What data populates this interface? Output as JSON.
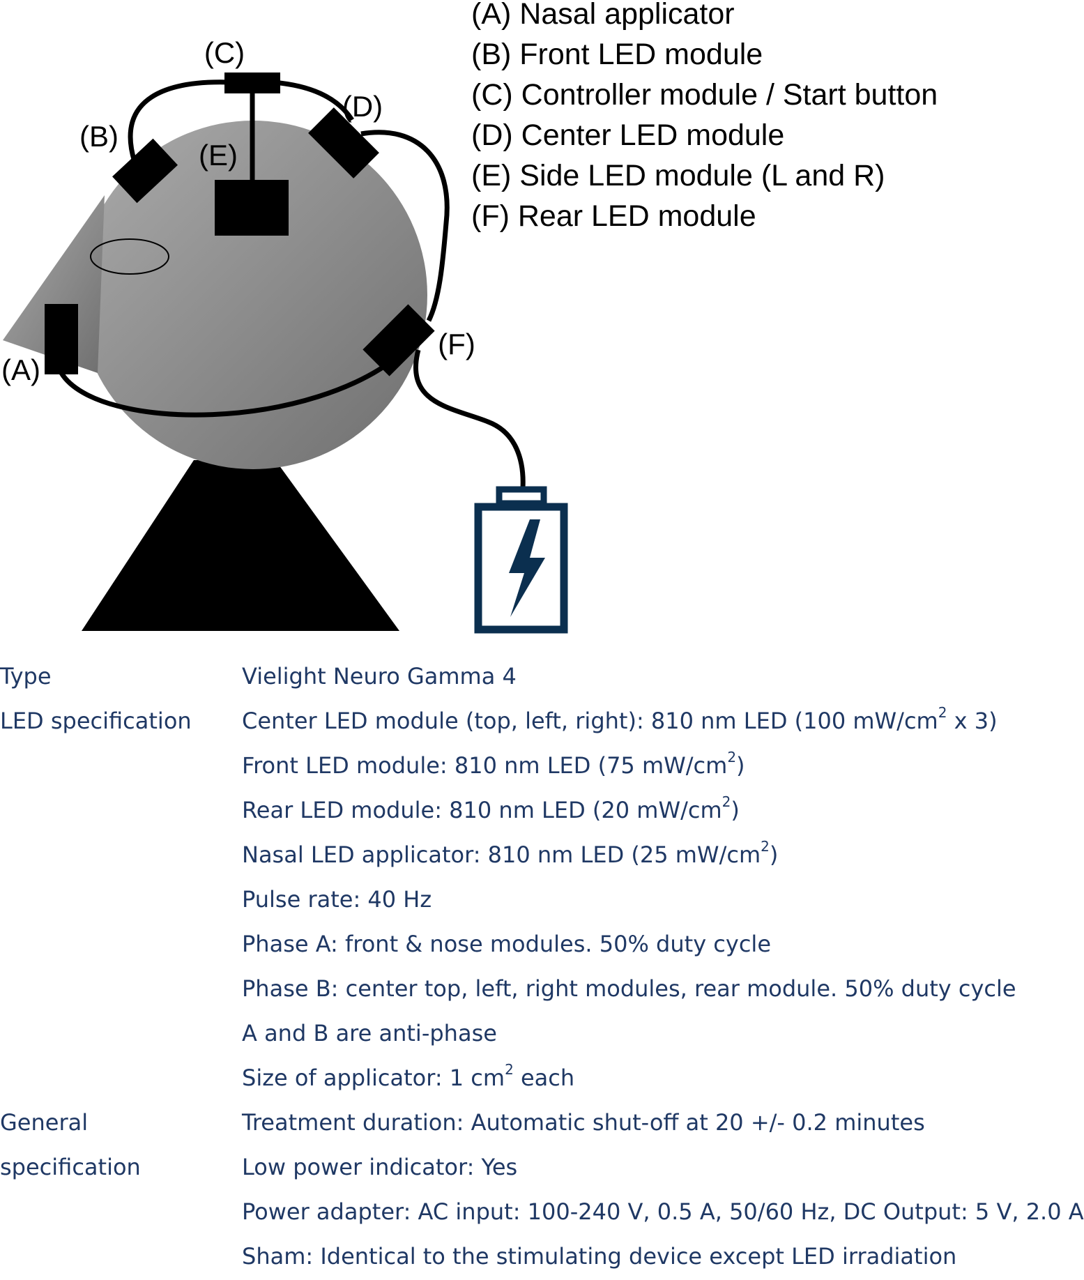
{
  "colors": {
    "head_gradient_light": "#ababab",
    "head_gradient_dark": "#6f6f6f",
    "module": "#000000",
    "battery": "#0b2f4f",
    "spec_text": "#1f3864"
  },
  "diagram": {
    "labels": {
      "a": "(A)",
      "b": "(B)",
      "c": "(C)",
      "d": "(D)",
      "e": "(E)",
      "f": "(F)"
    },
    "icons": {
      "battery": "battery-charging-icon"
    }
  },
  "legend": [
    "(A) Nasal applicator",
    "(B) Front LED module",
    "(C) Controller module / Start button",
    "(D) Center LED module",
    "(E) Side LED module (L and R)",
    "(F) Rear LED module"
  ],
  "spec": {
    "type_label": "Type",
    "type_value": "Vielight Neuro Gamma 4",
    "led_label": "LED specification",
    "led": {
      "center_pre": "Center LED module (top, left, right): 810 nm LED (100 mW/cm",
      "center_sup": "2",
      "center_post": " x 3)",
      "front_pre": "Front LED module: 810 nm LED (75 mW/cm",
      "front_sup": "2",
      "front_post": ")",
      "rear_pre": "Rear LED module: 810 nm LED (20 mW/cm",
      "rear_sup": "2",
      "rear_post": ")",
      "nasal_pre": "Nasal LED applicator: 810 nm LED (25 mW/cm",
      "nasal_sup": "2",
      "nasal_post": ")",
      "pulse": "Pulse rate: 40 Hz",
      "phase_a": "Phase A: front & nose modules. 50% duty cycle",
      "phase_b": "Phase B: center top, left, right modules, rear module. 50% duty cycle",
      "antiphase": "A and B are anti-phase",
      "size_pre": "Size of applicator: 1 cm",
      "size_sup": "2",
      "size_post": " each"
    },
    "general_label_1": "General",
    "general_label_2": "specification",
    "general": {
      "duration": "Treatment duration: Automatic shut-off at 20 +/- 0.2 minutes",
      "low_power": "Low power indicator: Yes",
      "adapter": "Power adapter: AC input: 100-240 V, 0.5 A, 50/60 Hz, DC Output: 5 V, 2.0 A",
      "sham": "Sham: Identical to the stimulating device except LED irradiation"
    }
  }
}
